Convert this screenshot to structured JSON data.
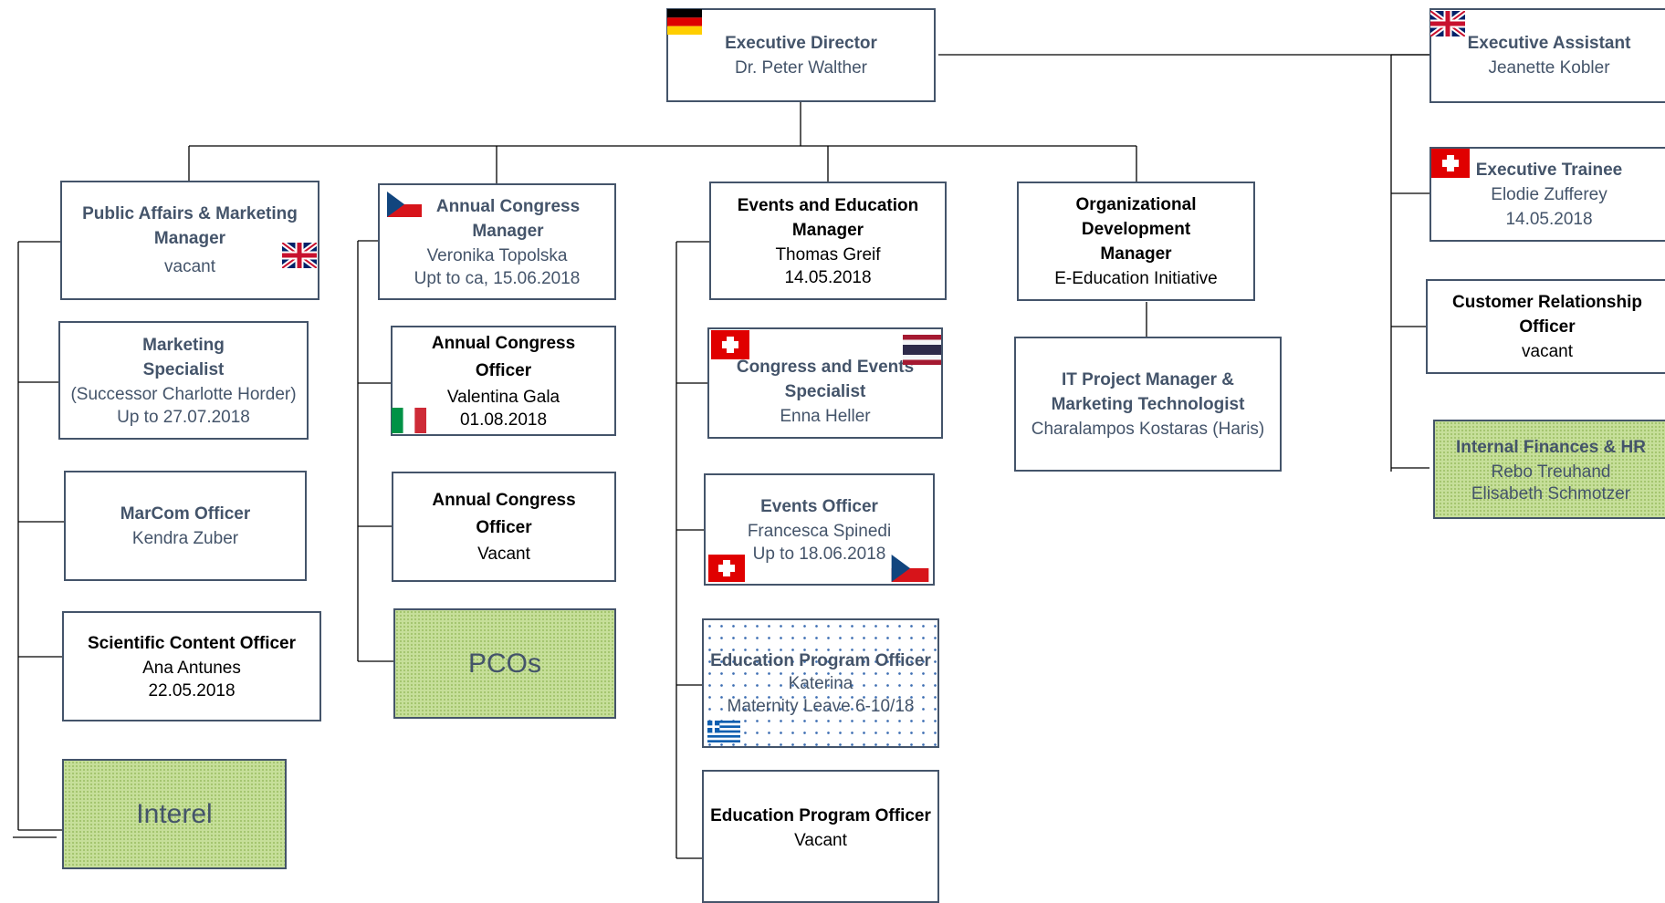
{
  "nodes": {
    "executive_director": {
      "title": "Executive Director",
      "lines": [
        "Dr. Peter Walther"
      ]
    },
    "executive_assistant": {
      "title": "Executive Assistant",
      "lines": [
        "Jeanette Kobler"
      ]
    },
    "executive_trainee": {
      "title": "Executive Trainee",
      "lines": [
        "Elodie Zufferey",
        "14.05.2018"
      ]
    },
    "customer_relationship_officer": {
      "title": "Customer Relationship Officer",
      "lines": [
        "vacant"
      ]
    },
    "internal_finances_hr": {
      "title": "Internal Finances & HR",
      "lines": [
        "Rebo Treuhand",
        "Elisabeth Schmotzer"
      ]
    },
    "public_affairs_marketing_manager": {
      "title": "Public Affairs & Marketing Manager",
      "lines": [
        "vacant"
      ]
    },
    "marketing_specialist": {
      "title": "Marketing Specialist",
      "lines": [
        "(Successor Charlotte Horder)",
        "Up to 27.07.2018"
      ]
    },
    "marcom_officer": {
      "title": "MarCom Officer",
      "lines": [
        "Kendra Zuber"
      ]
    },
    "scientific_content_officer": {
      "title": "Scientific Content Officer",
      "lines": [
        "Ana Antunes",
        "22.05.2018"
      ]
    },
    "interel": {
      "title": "Interel"
    },
    "annual_congress_manager": {
      "title": "Annual Congress Manager",
      "lines": [
        "Veronika Topolska",
        "Upt to ca, 15.06.2018"
      ]
    },
    "annual_congress_officer_1": {
      "title": "Annual Congress Officer",
      "lines": [
        "Valentina Gala",
        "01.08.2018"
      ]
    },
    "annual_congress_officer_2": {
      "title": "Annual Congress Officer",
      "lines": [
        "Vacant"
      ]
    },
    "pcos": {
      "title": "PCOs"
    },
    "events_education_manager": {
      "title": "Events and Education Manager",
      "lines": [
        "Thomas Greif",
        "14.05.2018"
      ]
    },
    "congress_events_specialist": {
      "title": "Congress and Events Specialist",
      "lines": [
        "Enna Heller"
      ]
    },
    "events_officer": {
      "title": "Events Officer",
      "lines": [
        "Francesca Spinedi",
        "Up to 18.06.2018"
      ]
    },
    "education_program_officer_1": {
      "title": "Education Program Officer",
      "lines": [
        "Katerina",
        "Maternity Leave 6-10/18"
      ]
    },
    "education_program_officer_2": {
      "title": "Education Program Officer",
      "lines": [
        "Vacant"
      ]
    },
    "organizational_development_manager": {
      "title": "Organizational Development Manager",
      "lines": [
        "E-Education Initiative"
      ]
    },
    "it_project_manager": {
      "title": "IT Project Manager & Marketing Technologist",
      "lines": [
        "Charalampos Kostaras (Haris)"
      ]
    }
  },
  "flags": {
    "germany": "flag-germany",
    "uk": "flag-uk",
    "czech": "flag-czech",
    "switzerland": "flag-switzerland",
    "italy": "flag-italy",
    "thailand": "flag-thailand",
    "greece": "flag-greece"
  },
  "colors": {
    "border": "#44546a",
    "text_muted": "#44546a",
    "text_dark": "#000000",
    "connector": "#000000",
    "green_fill": "#c6df9a",
    "dot_blue": "#3e6fb3"
  }
}
